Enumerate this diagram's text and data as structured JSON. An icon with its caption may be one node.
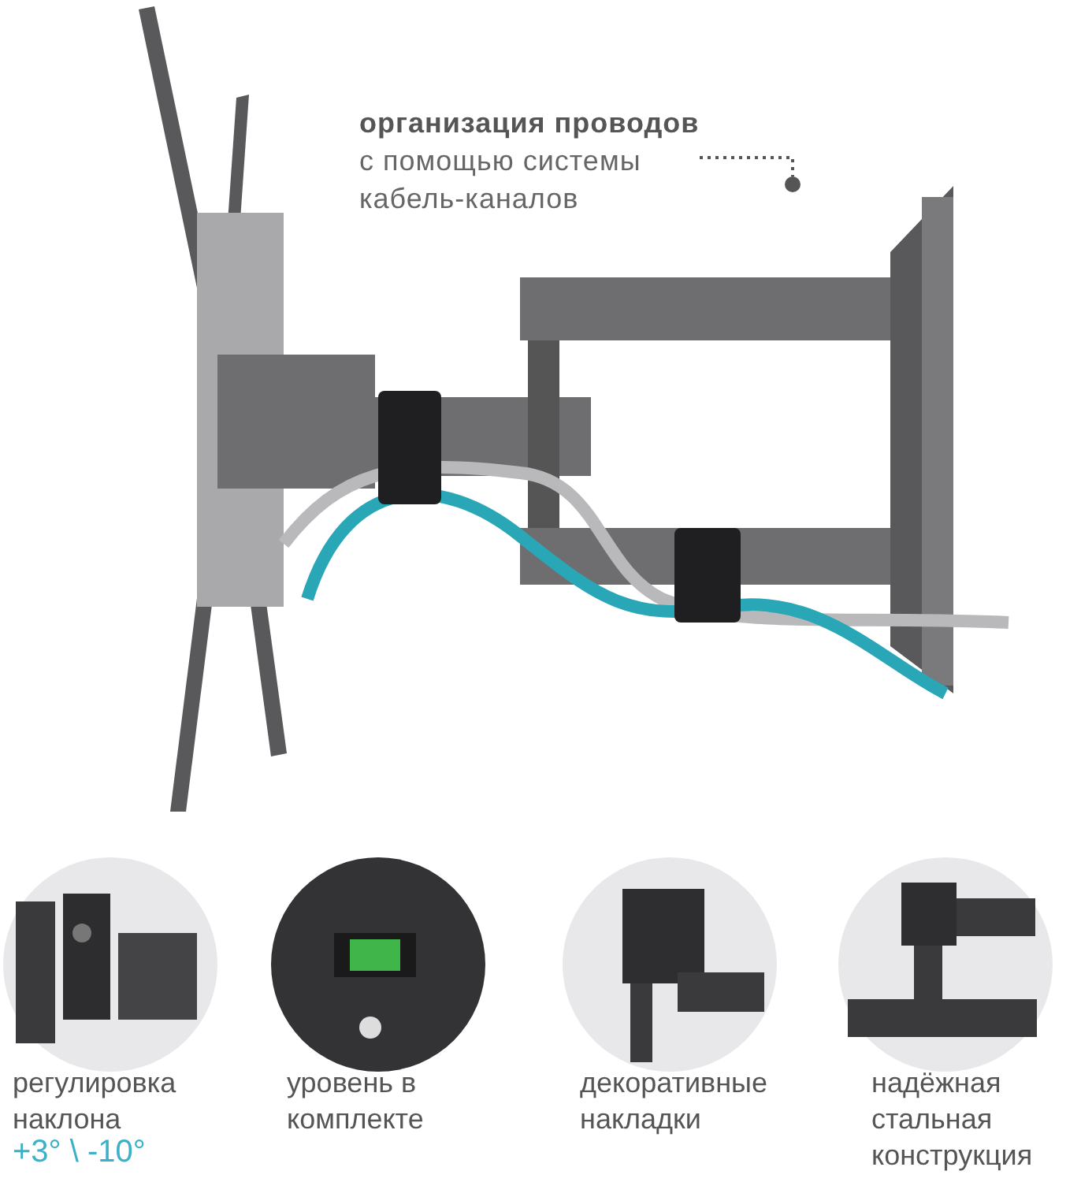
{
  "diagram": {
    "nodes": [
      {
        "text": [
          "организация проводов",
          "с помощью системы кабель-каналов"
        ]
      },
      {
        "text": [],
        "shape": "circle"
      }
    ],
    "edges": [
      {
        "from": 0,
        "to": 1,
        "arrow": "none",
        "style": "dashed"
      }
    ],
    "labels": [
      "регулировка наклона",
      "+3° \\ -10°",
      "уровень в комплекте",
      "декоративные накладки",
      "надёжная стальная конструкция"
    ]
  }
}
